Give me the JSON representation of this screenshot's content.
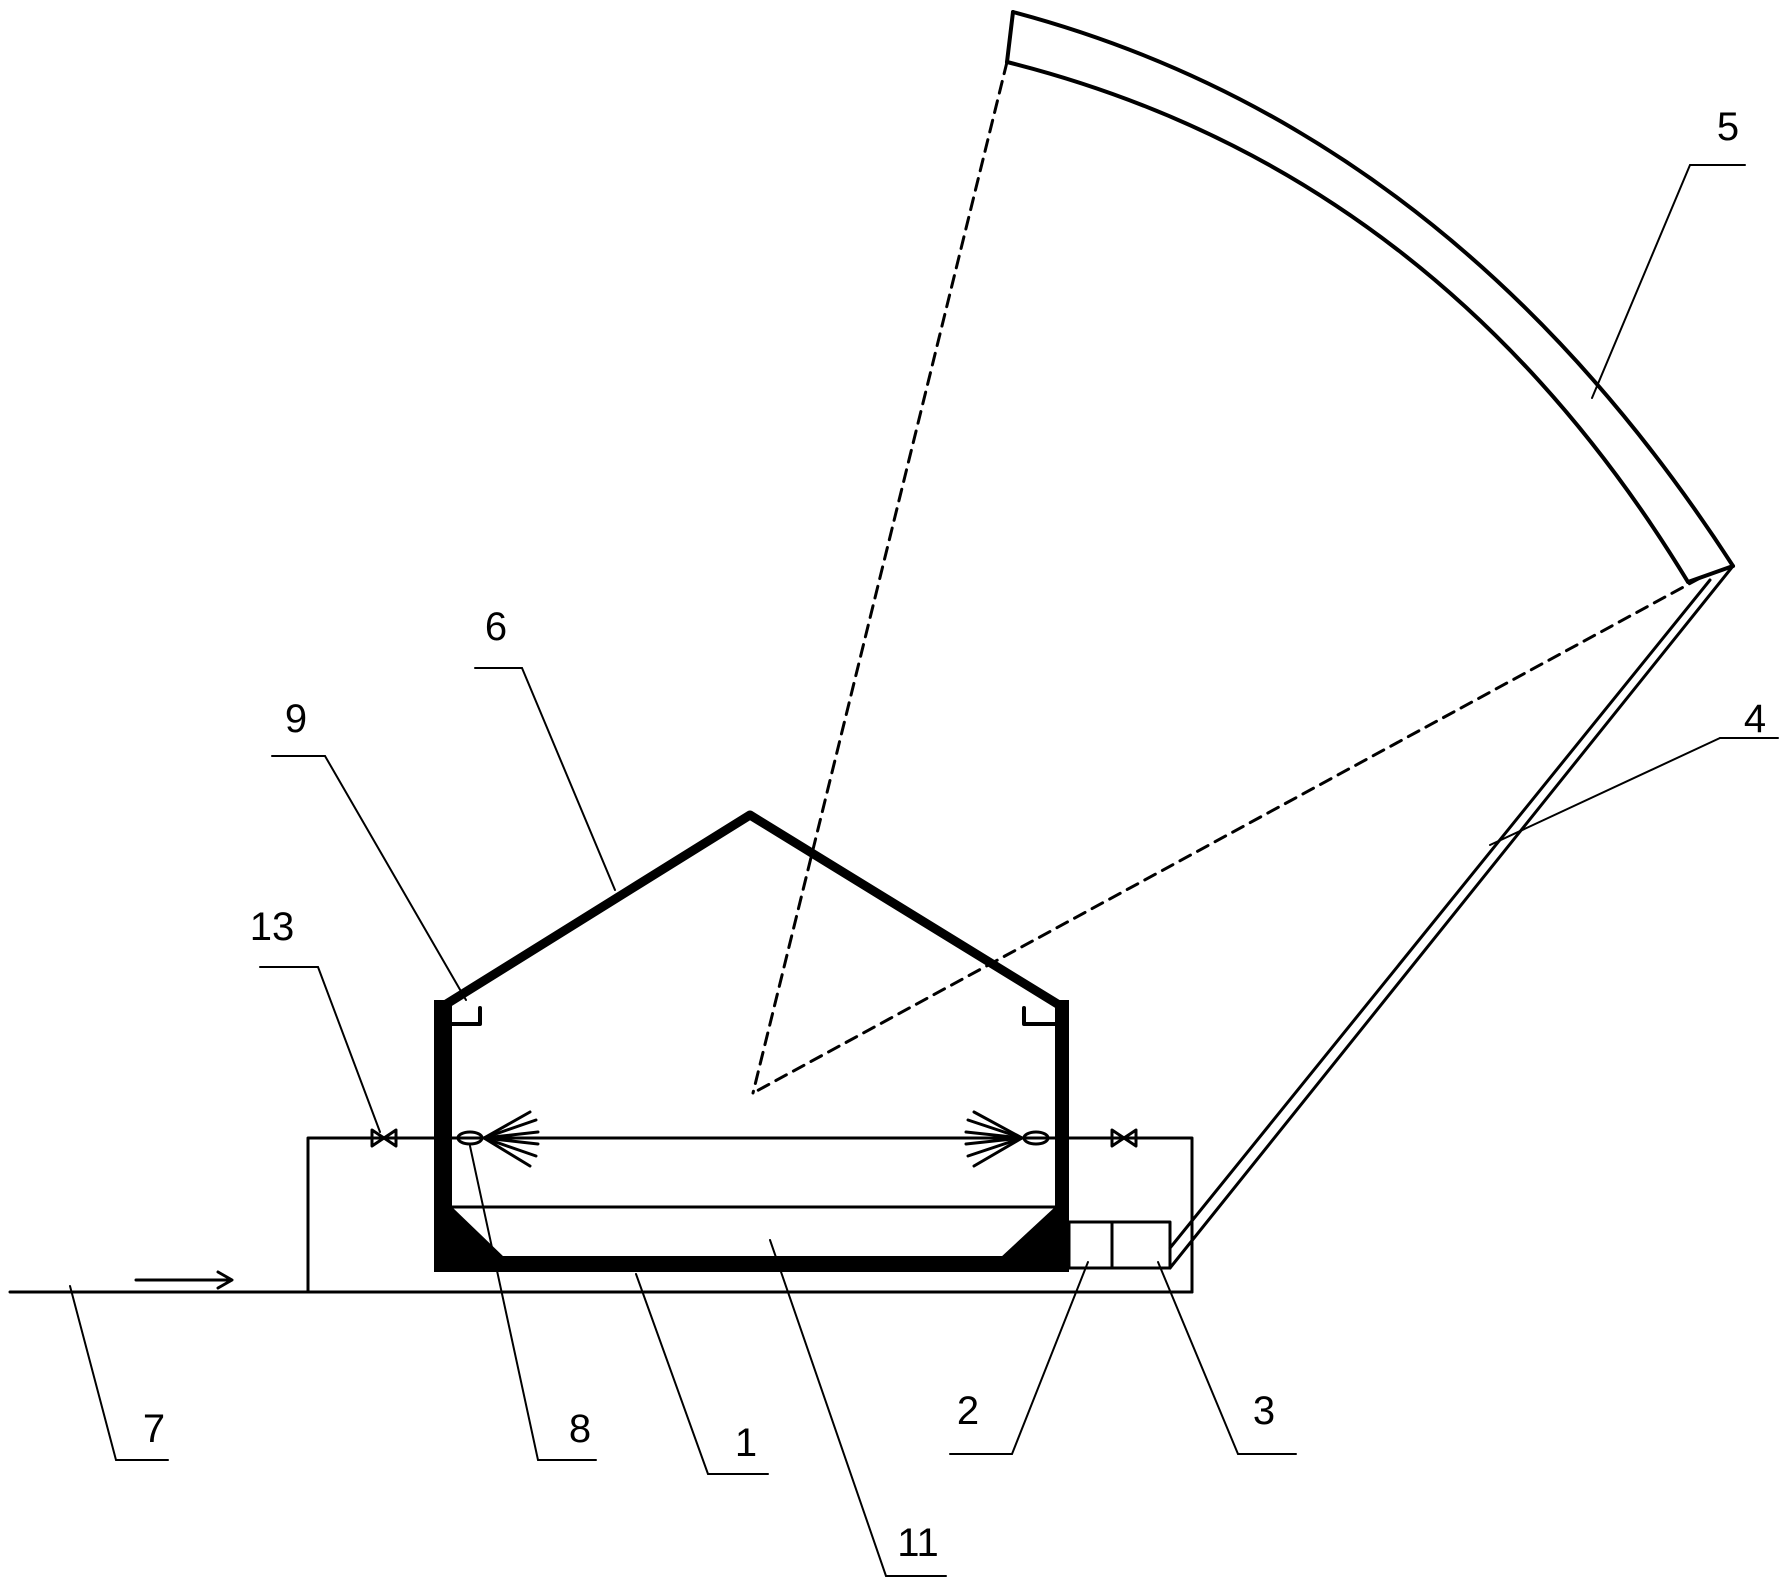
{
  "diagram": {
    "labels": {
      "l1": "1",
      "l2": "2",
      "l3": "3",
      "l4": "4",
      "l5": "5",
      "l6": "6",
      "l7": "7",
      "l8": "8",
      "l9": "9",
      "l11": "11",
      "l13": "13"
    },
    "colors": {
      "ink": "#000000",
      "background": "#ffffff"
    }
  }
}
